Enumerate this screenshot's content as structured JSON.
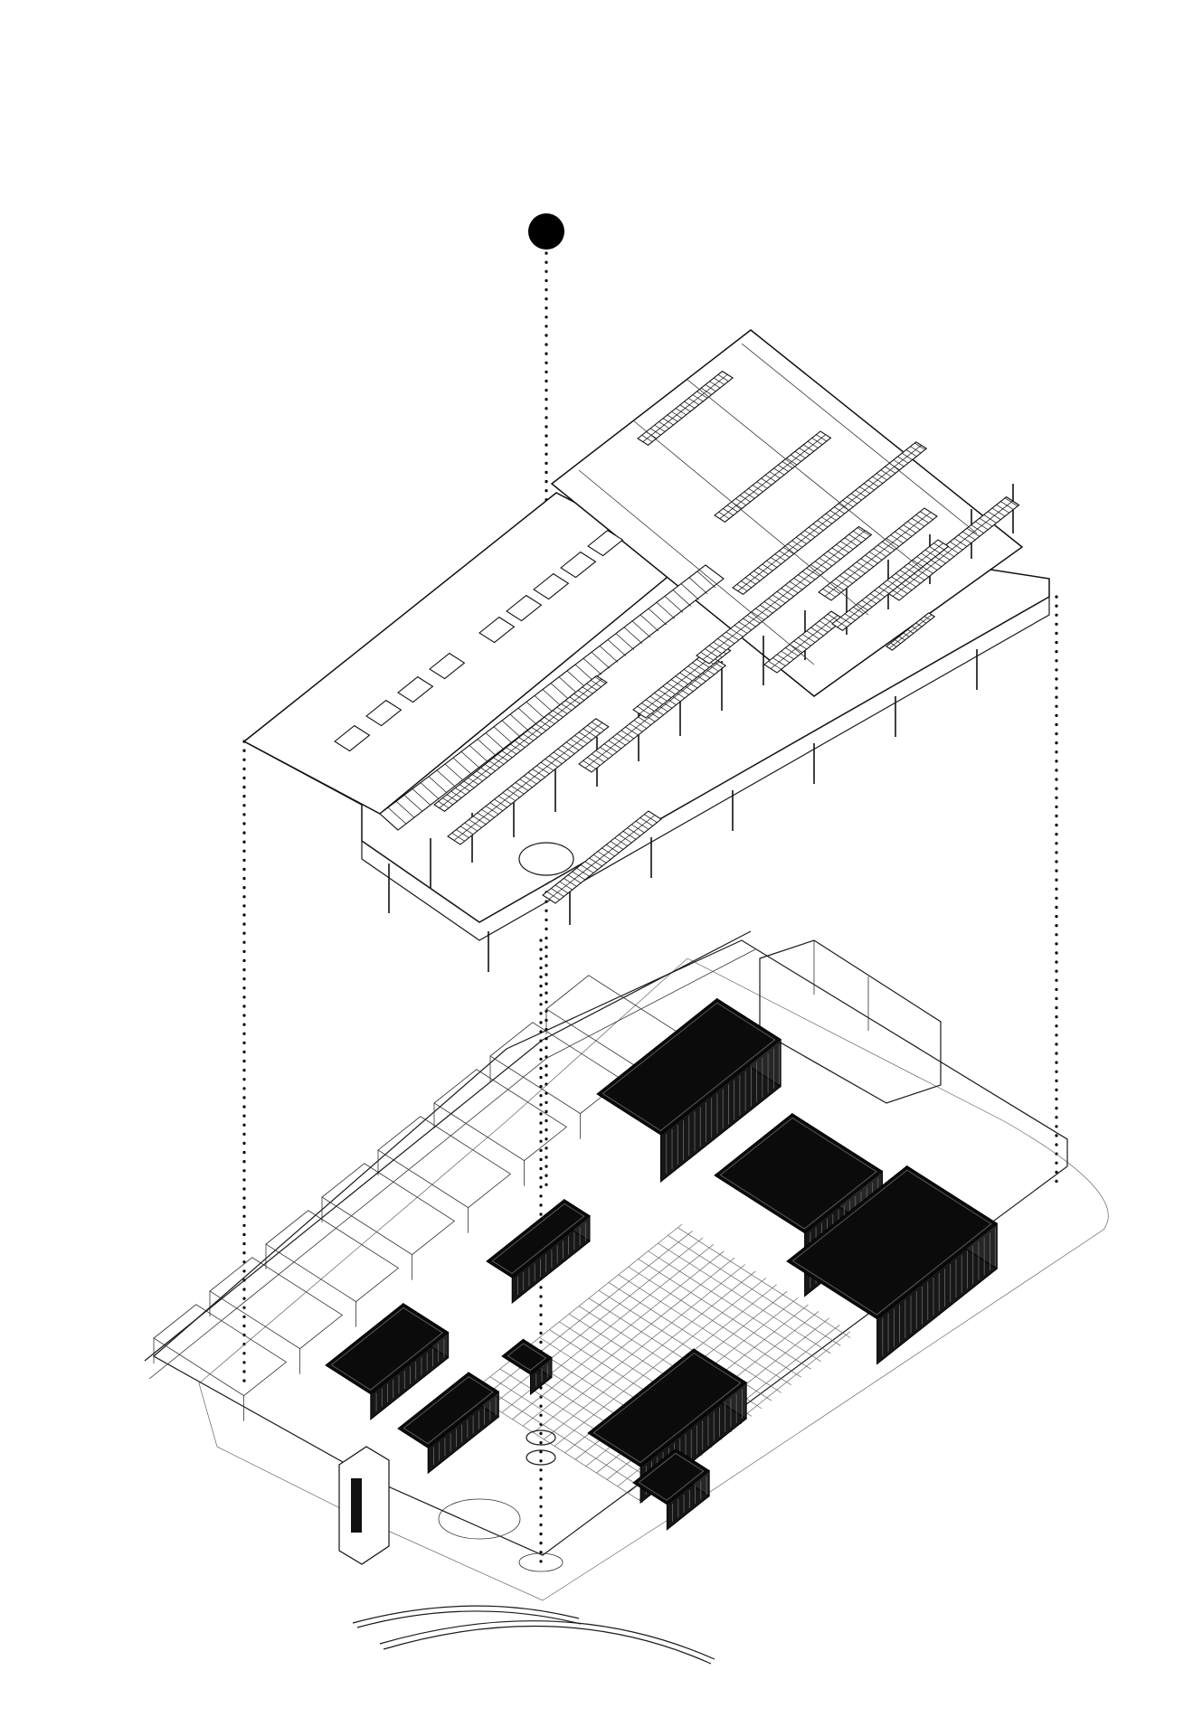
{
  "diagram": {
    "style": "exploded-isometric-axonometric",
    "palette": {
      "background": "#ffffff",
      "linework": "#111111",
      "inserted_volumes": "#0b0b0b",
      "marker": "#000000"
    },
    "layers": [
      {
        "id": "roof",
        "description_name": "canopy-roof-layer",
        "skylights": 14,
        "roof_vents": 9
      },
      {
        "id": "ground",
        "description_name": "site-ground-layer",
        "black_volumes": 8
      }
    ],
    "projection_lines": 4,
    "pivot_marker": "solid-circle"
  }
}
